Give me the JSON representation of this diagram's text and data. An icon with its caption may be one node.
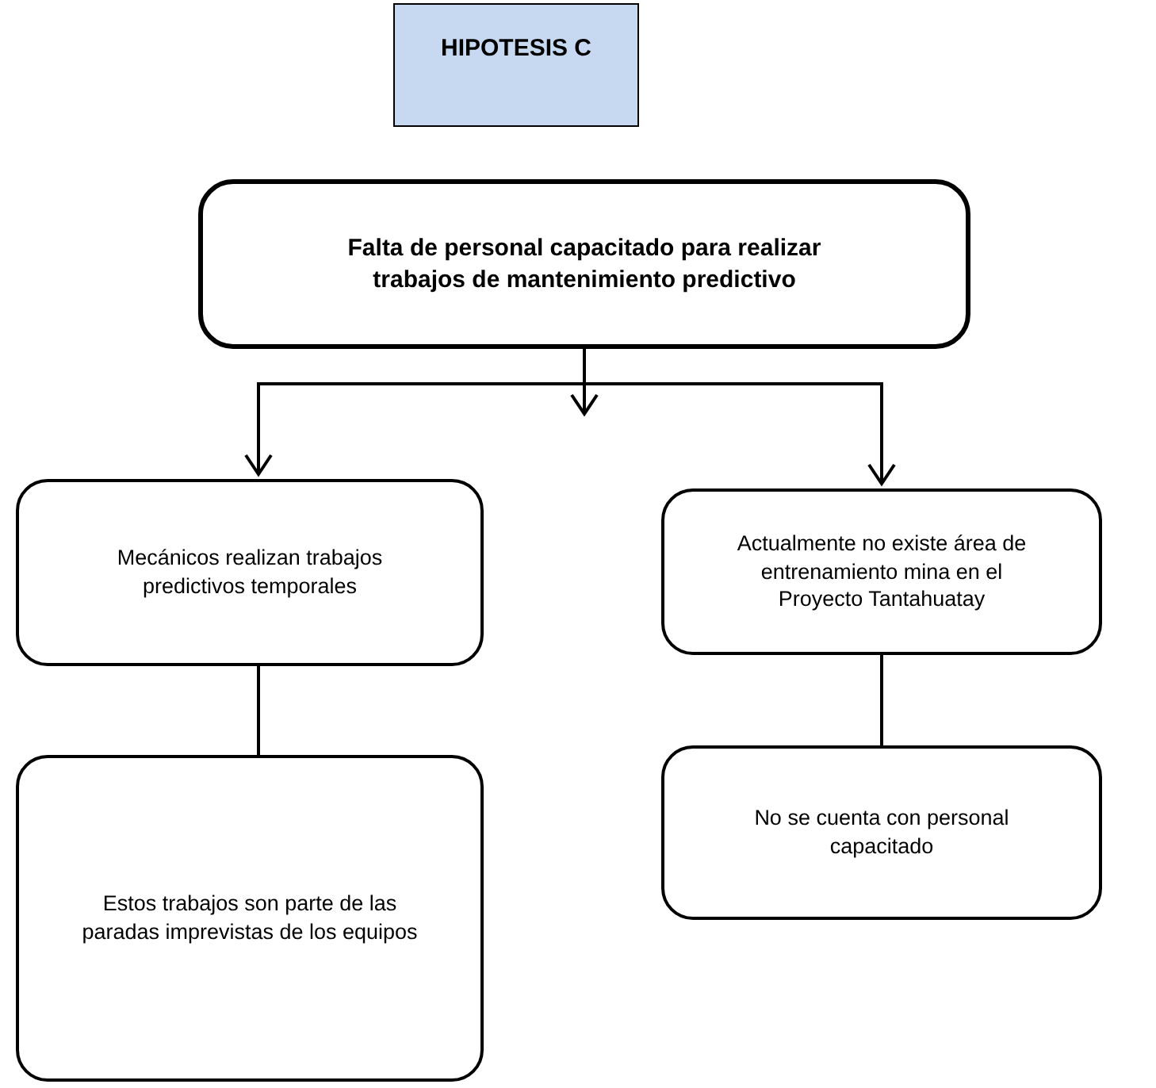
{
  "diagram": {
    "nodes": [
      {
        "text": [
          "HIPOTESIS C"
        ]
      },
      {
        "text": [
          "Falta de personal capacitado para realizar trabajos de mantenimiento predictivo"
        ]
      },
      {
        "text": [
          "Mecánicos realizan trabajos predictivos temporales"
        ]
      },
      {
        "text": [
          "Actualmente no existe área de entrenamiento mina en el Proyecto Tantahuatay"
        ]
      },
      {
        "text": [
          "Estos trabajos son parte de las paradas imprevistas de los equipos"
        ]
      },
      {
        "text": [
          "No se cuenta con personal capacitado"
        ]
      }
    ],
    "edges": [
      {
        "from": 1,
        "to": 2,
        "arrow": "to"
      },
      {
        "from": 1,
        "to": 3,
        "arrow": "to"
      },
      {
        "from": 2,
        "to": 4,
        "arrow": "none"
      },
      {
        "from": 3,
        "to": 5,
        "arrow": "none"
      }
    ]
  }
}
